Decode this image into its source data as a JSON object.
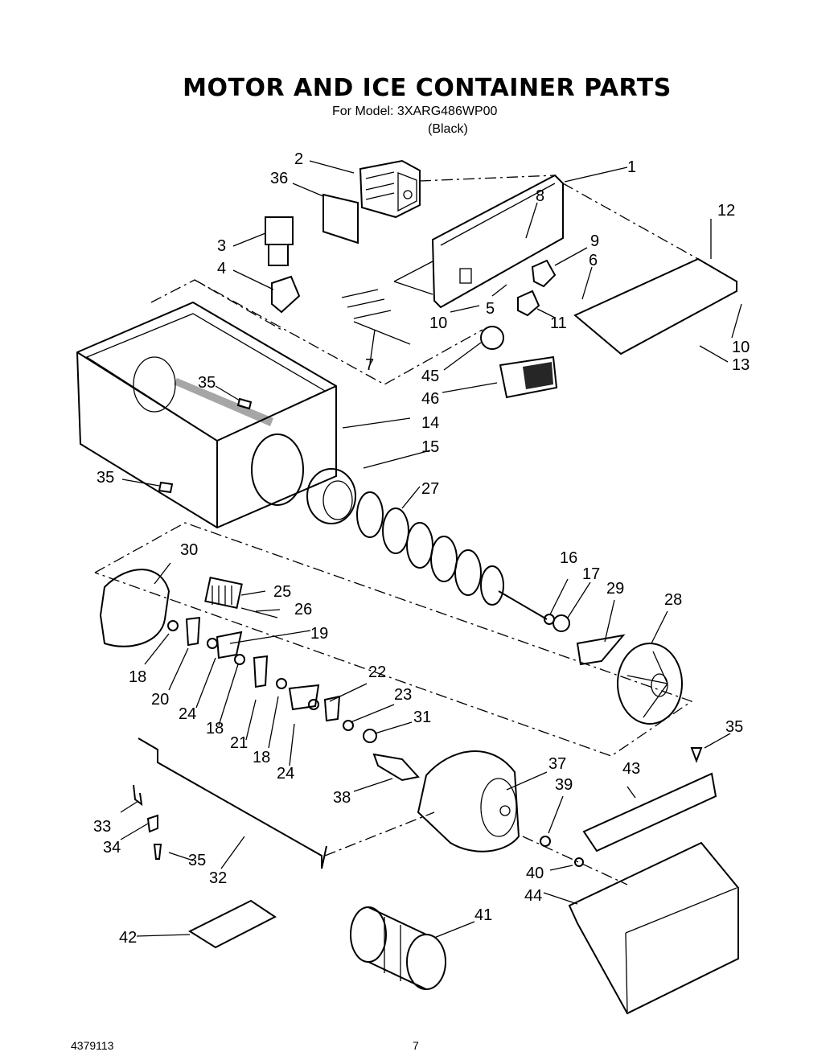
{
  "header": {
    "title": "MOTOR AND ICE CONTAINER PARTS",
    "model_line": "For Model: 3XARG486WP00",
    "color_line": "(Black)"
  },
  "footer": {
    "doc_number": "4379113",
    "page_number": "7"
  },
  "callouts": [
    "1",
    "2",
    "36",
    "8",
    "12",
    "3",
    "9",
    "6",
    "4",
    "5",
    "10",
    "11",
    "10",
    "13",
    "7",
    "45",
    "46",
    "35",
    "14",
    "15",
    "27",
    "35",
    "30",
    "25",
    "26",
    "16",
    "17",
    "29",
    "28",
    "19",
    "18",
    "20",
    "24",
    "22",
    "23",
    "31",
    "18",
    "21",
    "18",
    "24",
    "35",
    "37",
    "39",
    "43",
    "38",
    "33",
    "34",
    "35",
    "32",
    "40",
    "44",
    "41",
    "42"
  ]
}
